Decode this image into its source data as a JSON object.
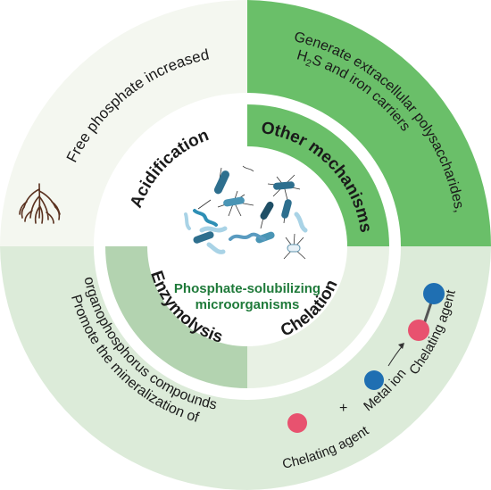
{
  "center": {
    "line1": "Phosphate-solubilizing",
    "line2": "microorganisms"
  },
  "inner_ring": {
    "top_left": "Acidification",
    "top_right": "Other mechanisms",
    "bottom_left": "Enzymolysis",
    "bottom_right": "Chelation"
  },
  "outer_ring": {
    "top_left": "Free phosphate increased",
    "top_right_line1": "Generate extracellular polysaccharides,",
    "top_right_line2_h": "H",
    "top_right_line2_sub": "2",
    "top_right_line2_rest": "S and iron carriers",
    "bottom_left_line1": "Promote the mineralization of",
    "bottom_left_line2": "organophosphorus compounds",
    "chelation_plus": "+",
    "chelating_agent_bottom": "Chelating agent",
    "metal_ion": "Metal ion",
    "chelating_agent_right": "Chelating agent"
  },
  "colors": {
    "outer_top_left": "#f4f7f0",
    "outer_top_right": "#6abf69",
    "outer_bottom": "#dcebd9",
    "inner_top_left": "#ffffff",
    "inner_top_right": "#6abf69",
    "inner_bottom_left": "#b3d3b0",
    "inner_bottom_right": "#e8f1e4",
    "center_text": "#1f7a3a",
    "chelating_agent": "#e8526f",
    "metal_ion": "#1f6fb2"
  }
}
